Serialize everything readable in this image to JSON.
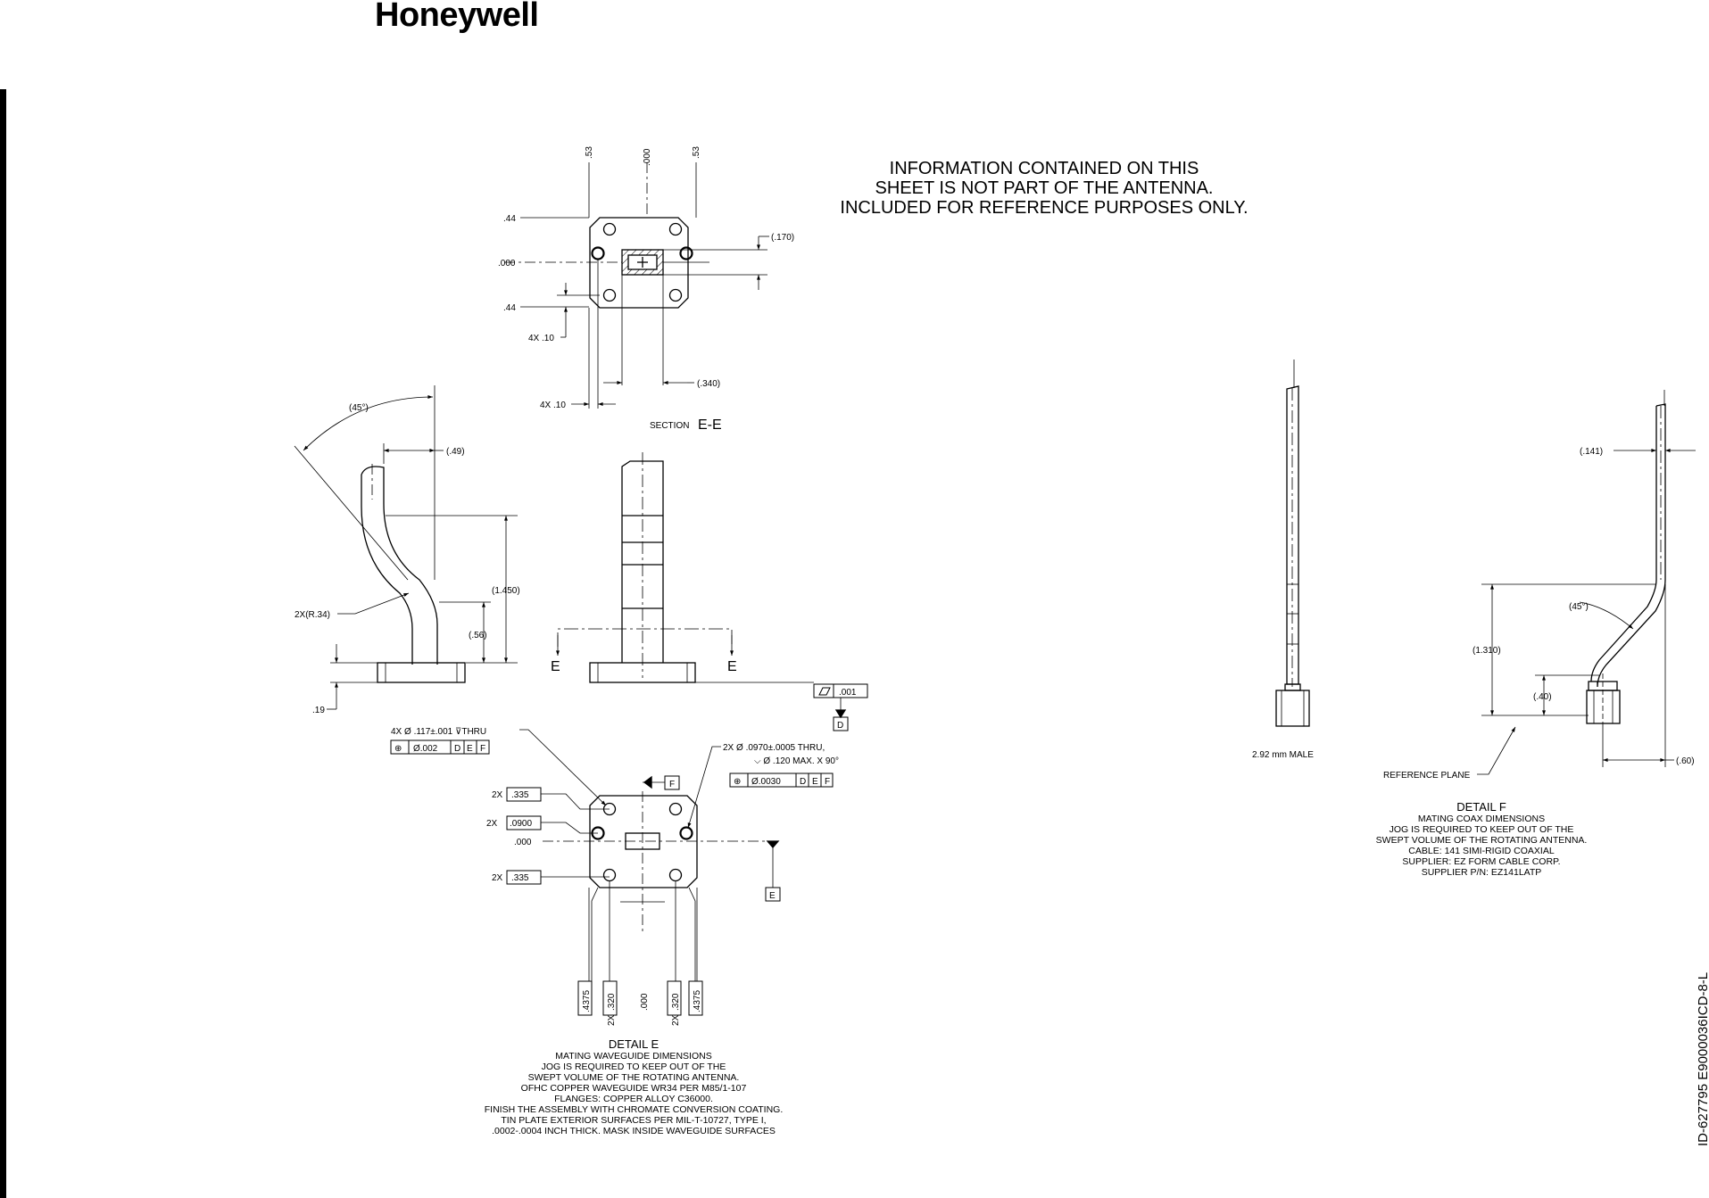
{
  "logo": "Honeywell",
  "notice": [
    "INFORMATION CONTAINED ON THIS",
    "SHEET IS NOT PART OF THE ANTENNA.",
    "INCLUDED FOR REFERENCE PURPOSES ONLY."
  ],
  "side_id": "ID-627795   E9000036ICD-8-L",
  "section_ee": {
    "label_small": "SECTION",
    "label_big": "E-E",
    "dims": {
      "top_left": ".53",
      "top_center": ".000",
      "top_right": ".53",
      "left_top": ".44",
      "left_center": ".000",
      "left_bottom": ".44",
      "hole_y": "4X .10",
      "hole_x": "4X .10",
      "right_170": "(.170)",
      "bottom_340": "(.340)"
    }
  },
  "side_view": {
    "angle": "(45°)",
    "offset": "(.49)",
    "height": "(1.450)",
    "radius": "2X(R.34)",
    "lower": "(.56)",
    "flange": ".19"
  },
  "front_view": {
    "cut_left": "E",
    "cut_right": "E",
    "flatness": ".001",
    "datum_d": "D"
  },
  "detail_e": {
    "hole_callout": "4X Ø .117±.001  ⊽THRU",
    "hole_fcf": [
      "⊕",
      "Ø.002",
      "D",
      "E",
      "F"
    ],
    "pin_callout_1": "2X Ø .0970±.0005    THRU,",
    "pin_callout_2": "⌵ Ø .120 MAX. X 90°",
    "pin_fcf": [
      "⊕",
      "Ø.0030",
      "D",
      "E",
      "F"
    ],
    "datum_f": "F",
    "datum_e": "E",
    "y_dims": [
      {
        "mult": "2X",
        "value": ".335"
      },
      {
        "mult": "2X",
        "value": ".0900"
      },
      {
        "mult": "",
        "value": ".000"
      },
      {
        "mult": "2X",
        "value": ".335"
      }
    ],
    "x_dims": [
      ".4375",
      ".320",
      ".000",
      ".320",
      ".4375"
    ],
    "x_mult_left": "2X",
    "x_mult_right": "2X",
    "title": "DETAIL E",
    "notes": [
      "MATING WAVEGUIDE DIMENSIONS",
      "JOG IS REQUIRED TO KEEP OUT OF THE",
      "SWEPT VOLUME OF THE ROTATING ANTENNA.",
      "OFHC COPPER WAVEGUIDE WR34 PER M85/1-107",
      "FLANGES: COPPER ALLOY C36000.",
      "FINISH THE ASSEMBLY WITH CHROMATE CONVERSION COATING.",
      "TIN  PLATE EXTERIOR SURFACES PER MIL-T-10727, TYPE I,",
      ".0002-.0004 INCH THICK. MASK INSIDE WAVEGUIDE SURFACES"
    ]
  },
  "coax": {
    "connector_label": "2.92 mm MALE",
    "dia": "(.141)",
    "angle": "(45°)",
    "height": "(1.310)",
    "lower": "(.40)",
    "offset": "(.60)",
    "ref_plane": "REFERENCE PLANE"
  },
  "detail_f": {
    "title": "DETAIL F",
    "notes": [
      "MATING COAX DIMENSIONS",
      "JOG IS REQUIRED TO KEEP OUT OF THE",
      "SWEPT VOLUME OF THE ROTATING ANTENNA.",
      "CABLE: 141 SIMI-RIGID COAXIAL",
      "SUPPLIER: EZ FORM CABLE CORP.",
      "SUPPLIER P/N: EZ141LATP"
    ]
  }
}
